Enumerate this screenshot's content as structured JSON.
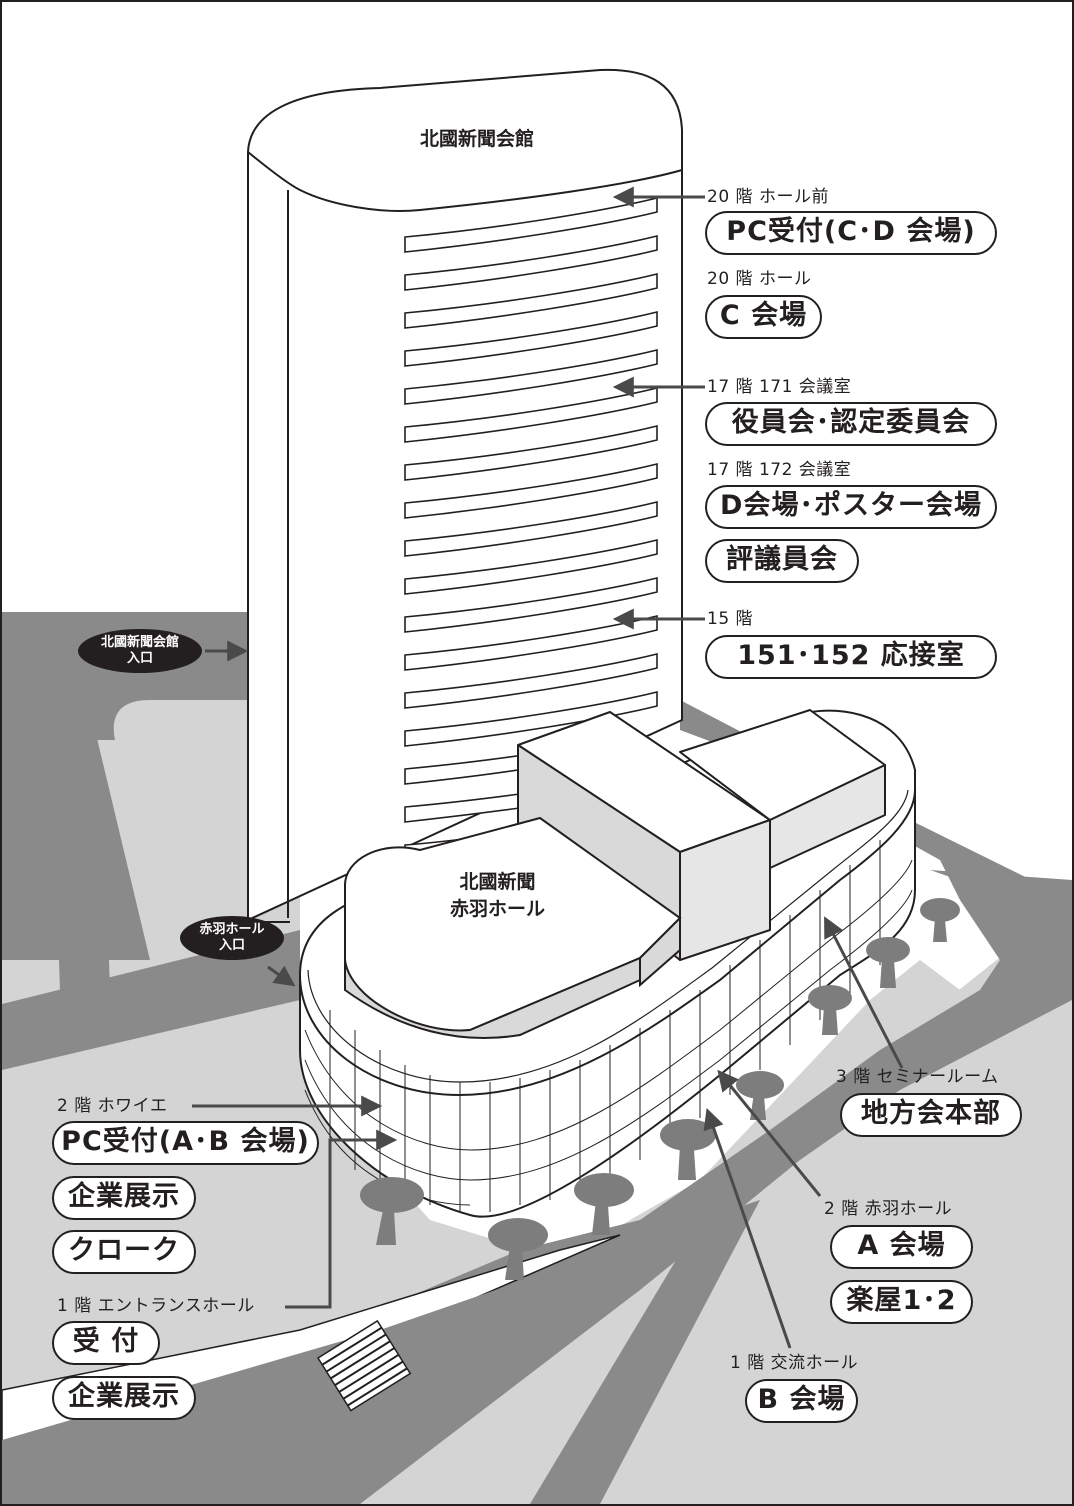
{
  "building": {
    "tower_name": "北國新聞会館",
    "hall_name_line1": "北國新聞",
    "hall_name_line2": "赤羽ホール"
  },
  "entrances": {
    "main_line1": "北國新聞会館",
    "main_line2": "入口",
    "hall_line1": "赤羽ホール",
    "hall_line2": "入口"
  },
  "floors": {
    "f20_front": {
      "floor": "20 階  ホール前",
      "rooms": [
        "PC受付(C･D 会場)"
      ]
    },
    "f20_hall": {
      "floor": "20 階  ホール",
      "rooms": [
        "C 会場"
      ]
    },
    "f17_171": {
      "floor": "17 階  171 会議室",
      "rooms": [
        "役員会･認定委員会"
      ]
    },
    "f17_172": {
      "floor": "17 階  172 会議室",
      "rooms": [
        "D会場･ポスター会場",
        "評議員会"
      ]
    },
    "f15": {
      "floor": "15 階",
      "rooms": [
        "151･152 応接室"
      ]
    },
    "f3": {
      "floor": "3 階  セミナールーム",
      "rooms": [
        "地方会本部"
      ]
    },
    "f2_foyer": {
      "floor": "2 階  ホワイエ",
      "rooms": [
        "PC受付(A･B 会場)",
        "企業展示",
        "クローク"
      ]
    },
    "f2_hall": {
      "floor": "2 階  赤羽ホール",
      "rooms": [
        "A 会場",
        "楽屋1･2"
      ]
    },
    "f1_entrance": {
      "floor": "1 階  エントランスホール",
      "rooms": [
        "受 付",
        "企業展示"
      ]
    },
    "f1_exchange": {
      "floor": "1 階  交流ホール",
      "rooms": [
        "B 会場"
      ]
    }
  },
  "colors": {
    "ink": "#231f20",
    "road": "#8a8a8a",
    "ground": "#d4d4d4",
    "roof": "#d9d9d9",
    "wall": "#ffffff",
    "tree": "#7d7d7d"
  }
}
